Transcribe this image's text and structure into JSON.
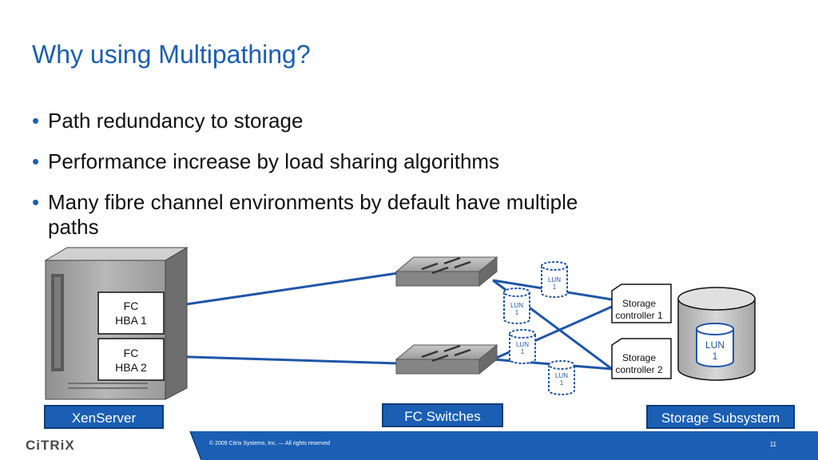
{
  "slide": {
    "title": "Why using Multipathing?",
    "bullets": [
      "Path redundancy to storage",
      "Performance increase by load sharing algorithms",
      "Many fibre channel environments by default have multiple paths"
    ]
  },
  "diagram": {
    "hba1": [
      "FC",
      "HBA 1"
    ],
    "hba2": [
      "FC",
      "HBA 2"
    ],
    "controller1": [
      "Storage",
      "controller 1"
    ],
    "controller2": [
      "Storage",
      "controller 2"
    ],
    "lun_small": [
      "LUN",
      "1"
    ],
    "lun_big": [
      "LUN",
      "1"
    ],
    "labels": {
      "xenserver": "XenServer",
      "fc_switches": "FC Switches",
      "storage_subsystem": "Storage Subsystem"
    },
    "colors": {
      "accent": "#1a5fb4",
      "link": "#1f55a8"
    }
  },
  "footer": {
    "logo": "CiTRiX",
    "copyright": "© 2009 Citrix Systems, Inc. — All rights reserved",
    "page": "11"
  }
}
